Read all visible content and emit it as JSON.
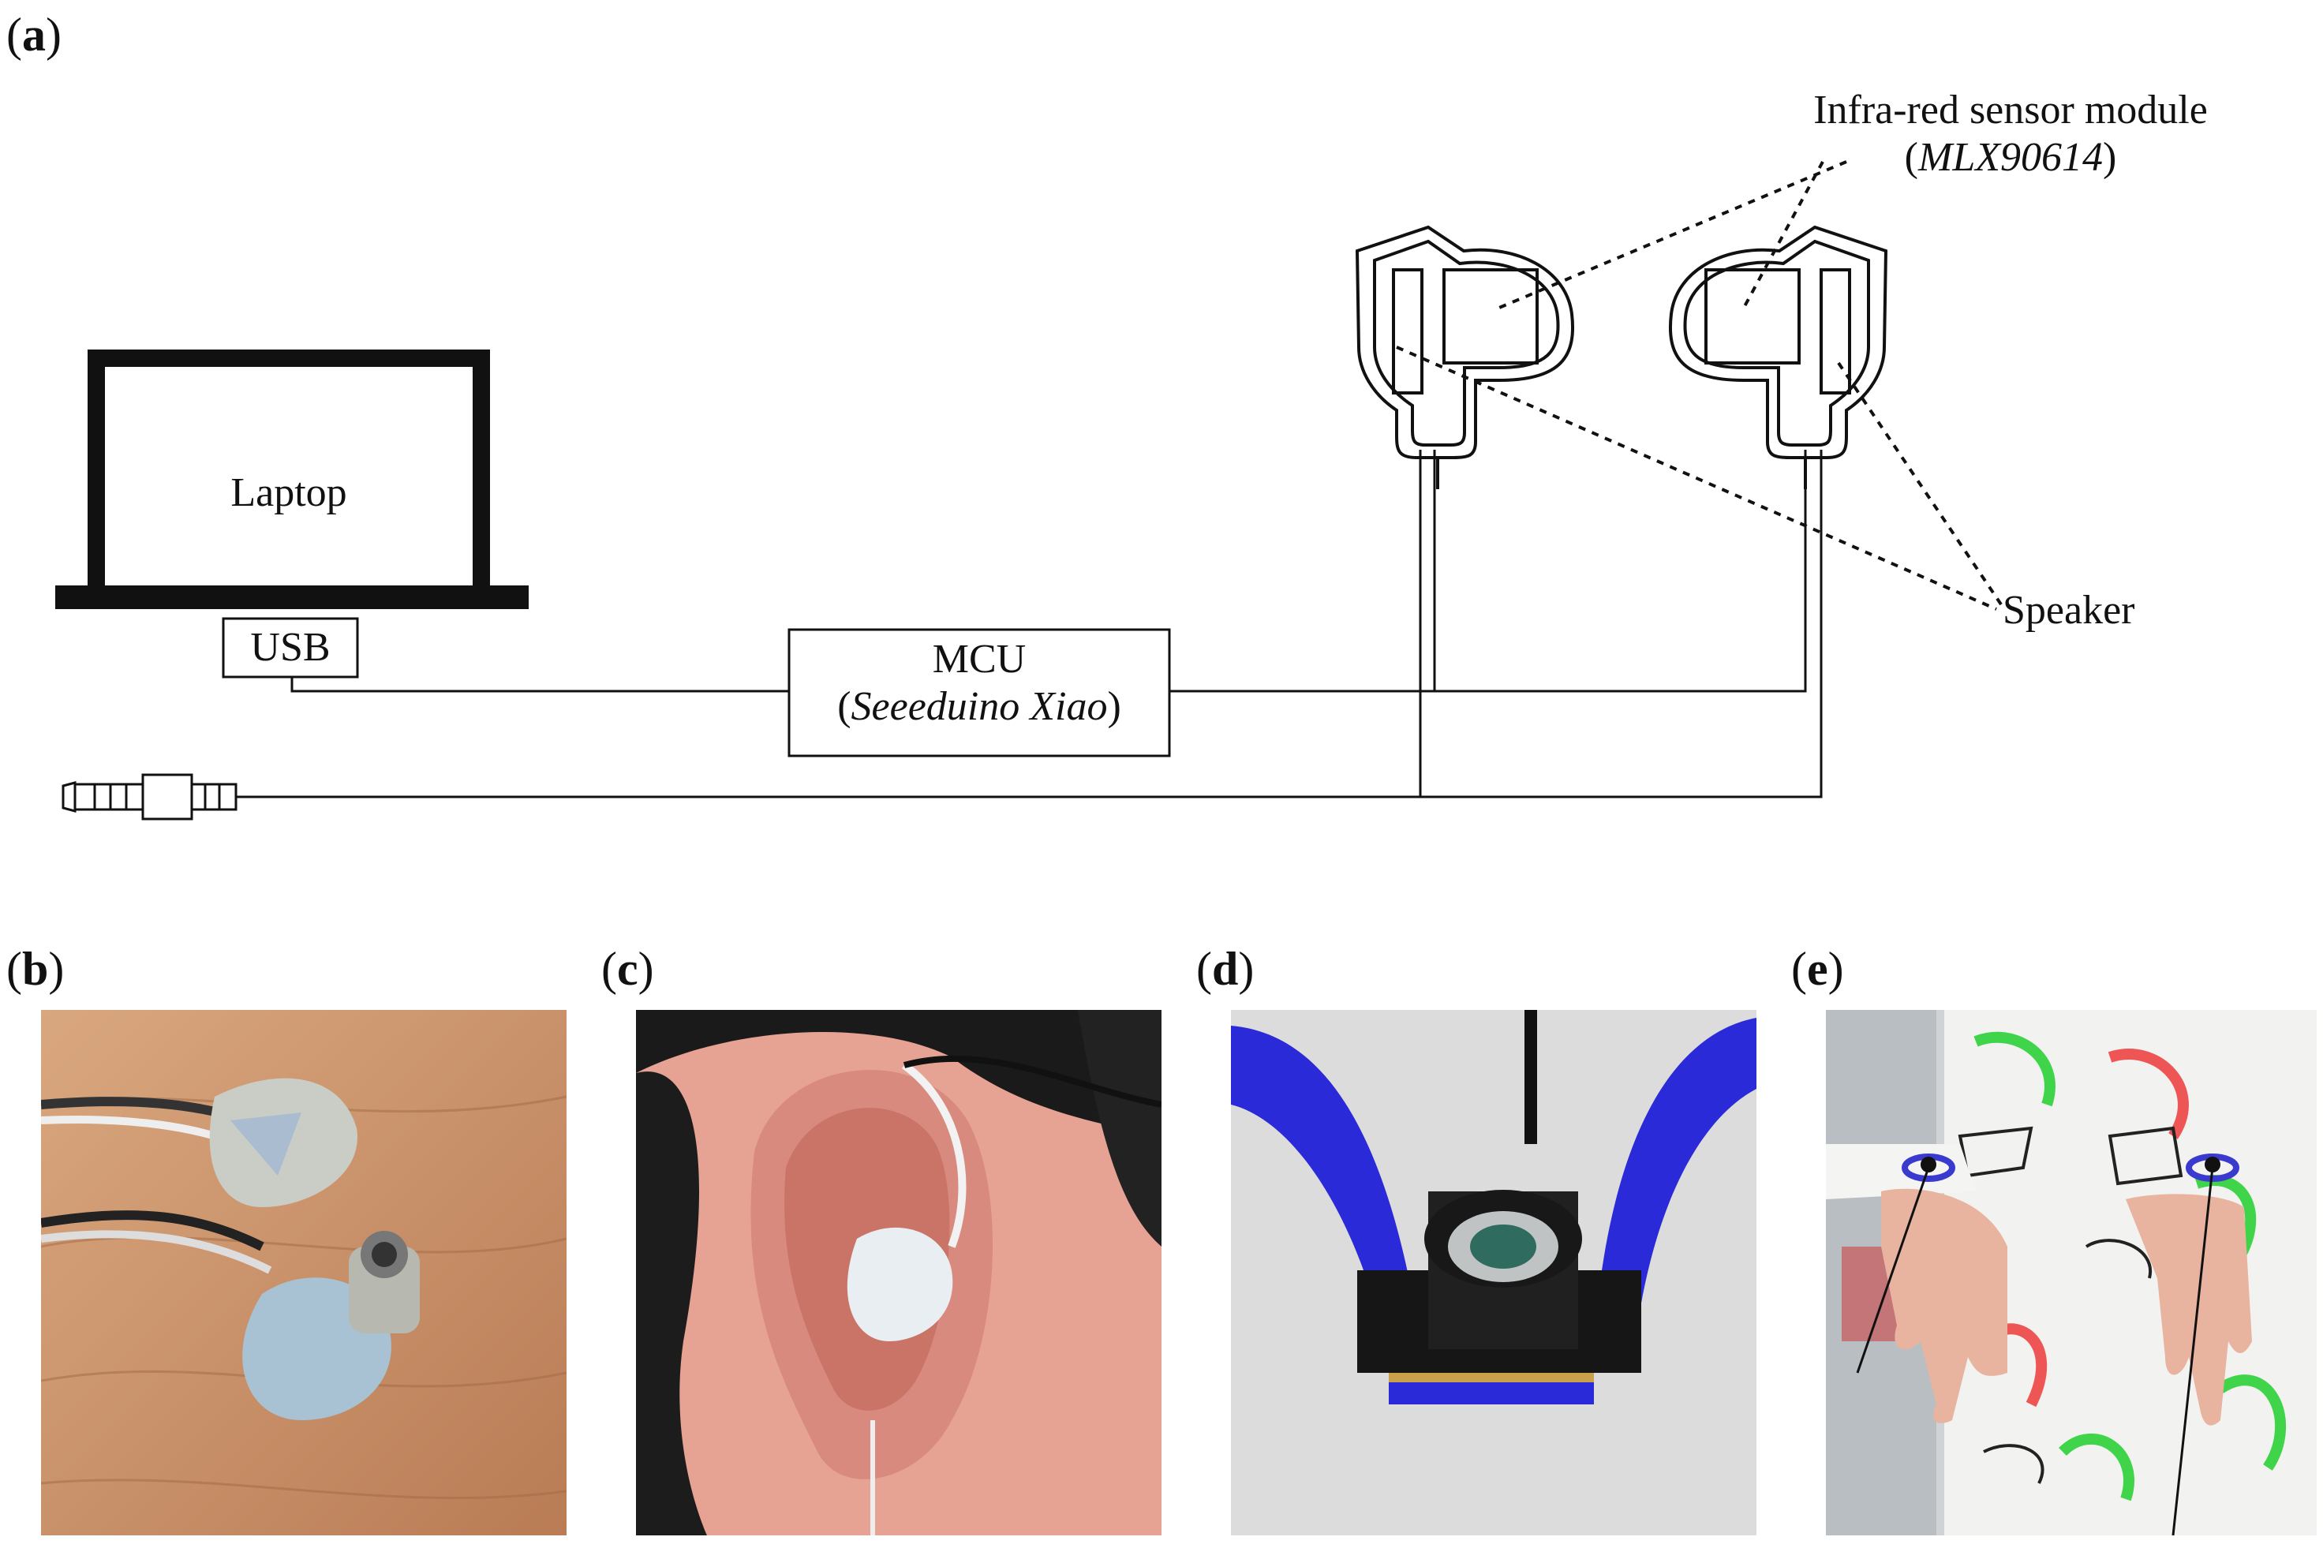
{
  "figure": {
    "panels": [
      {
        "id": "a",
        "label": "a"
      },
      {
        "id": "b",
        "label": "b"
      },
      {
        "id": "c",
        "label": "c"
      },
      {
        "id": "d",
        "label": "d"
      },
      {
        "id": "e",
        "label": "e"
      }
    ]
  },
  "diagram": {
    "laptop_label": "Laptop",
    "usb_label": "USB",
    "mcu_label": "MCU",
    "mcu_model": "Seeeduino Xiao",
    "sensor_label": "Infra-red sensor module",
    "sensor_model": "MLX90614",
    "speaker_label": "Speaker"
  },
  "colors": {
    "line": "#111111",
    "wood": "#c8926a",
    "skin": "#e8a898",
    "hair": "#1a1a1a",
    "velcro": "#2a2ad8",
    "wall": "#d9d9d9",
    "earbud": "#c9d4dc"
  }
}
